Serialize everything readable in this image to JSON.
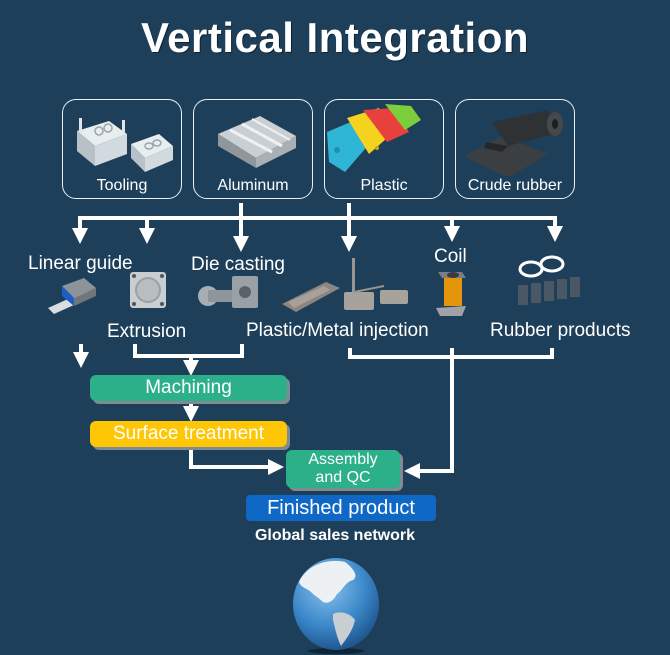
{
  "title": "Vertical Integration",
  "raw_materials": [
    {
      "label": "Tooling",
      "icon": "mold-icon"
    },
    {
      "label": "Aluminum",
      "icon": "aluminum-ingot-icon"
    },
    {
      "label": "Plastic",
      "icon": "plastic-pellets-icon"
    },
    {
      "label": "Crude rubber",
      "icon": "rubber-roll-icon"
    }
  ],
  "processes": {
    "linear_guide": "Linear guide",
    "die_casting": "Die casting",
    "coil": "Coil",
    "extrusion": "Extrusion",
    "plastic_metal_injection": "Plastic/Metal injection",
    "rubber_products": "Rubber products"
  },
  "steps": {
    "machining": "Machining",
    "surface_treatment": "Surface treatment",
    "assembly_line1": "Assembly",
    "assembly_line2": "and QC",
    "finished_product": "Finished product",
    "global_sales": "Global sales network"
  },
  "colors": {
    "background": "#1e3f5a",
    "machining": "#2bb08a",
    "surface_treatment": "#ffc605",
    "assembly": "#2bb08a",
    "finished_product": "#0f67c6"
  }
}
